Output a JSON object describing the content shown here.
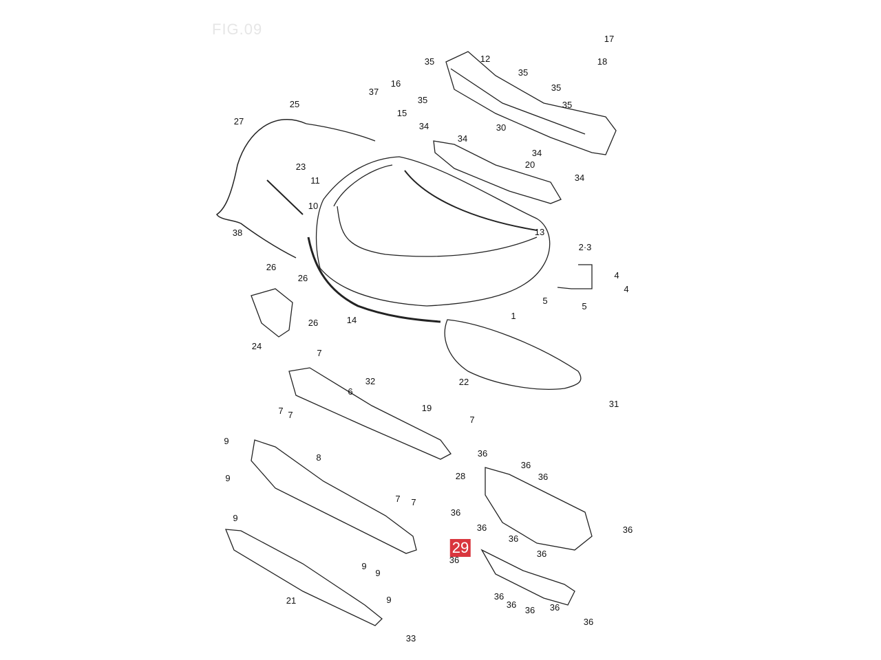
{
  "watermark": "FIG.09",
  "highlight_color": "#d9363e",
  "callouts": [
    "17",
    "18",
    "35",
    "12",
    "35",
    "35",
    "35",
    "35",
    "16",
    "15",
    "37",
    "25",
    "27",
    "34",
    "30",
    "34",
    "34",
    "20",
    "34",
    "23",
    "11",
    "10",
    "13",
    "38",
    "2·3",
    "4",
    "4",
    "5",
    "5",
    "26",
    "26",
    "26",
    "24",
    "14",
    "1",
    "22",
    "31",
    "7",
    "32",
    "6",
    "7",
    "7",
    "19",
    "7",
    "9",
    "8",
    "9",
    "9",
    "7",
    "7",
    "36",
    "36",
    "36",
    "28",
    "36",
    "36",
    "36",
    "36",
    "36",
    "29",
    "36",
    "9",
    "9",
    "9",
    "21",
    "36",
    "36",
    "36",
    "36",
    "36",
    "33"
  ],
  "highlighted_part": "29"
}
